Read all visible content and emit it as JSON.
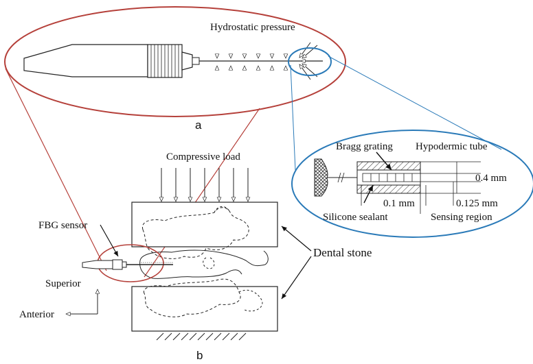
{
  "labels": {
    "panel_a": "a",
    "panel_b": "b",
    "hydrostatic_pressure": "Hydrostatic pressure",
    "compressive_load": "Compressive load",
    "fbg_sensor": "FBG sensor",
    "superior": "Superior",
    "anterior": "Anterior",
    "dental_stone": "Dental stone",
    "bragg_grating": "Bragg grating",
    "hypodermic_tube": "Hypodermic tube",
    "silicone_sealant": "Silicone sealant",
    "sensing_region": "Sensing region",
    "dim_04": "0.4 mm",
    "dim_01": "0.1 mm",
    "dim_0125": "0.125 mm"
  },
  "colors": {
    "red_ellipse": "#b5403a",
    "blue_ellipse": "#2a7ab8",
    "line": "#222222"
  }
}
